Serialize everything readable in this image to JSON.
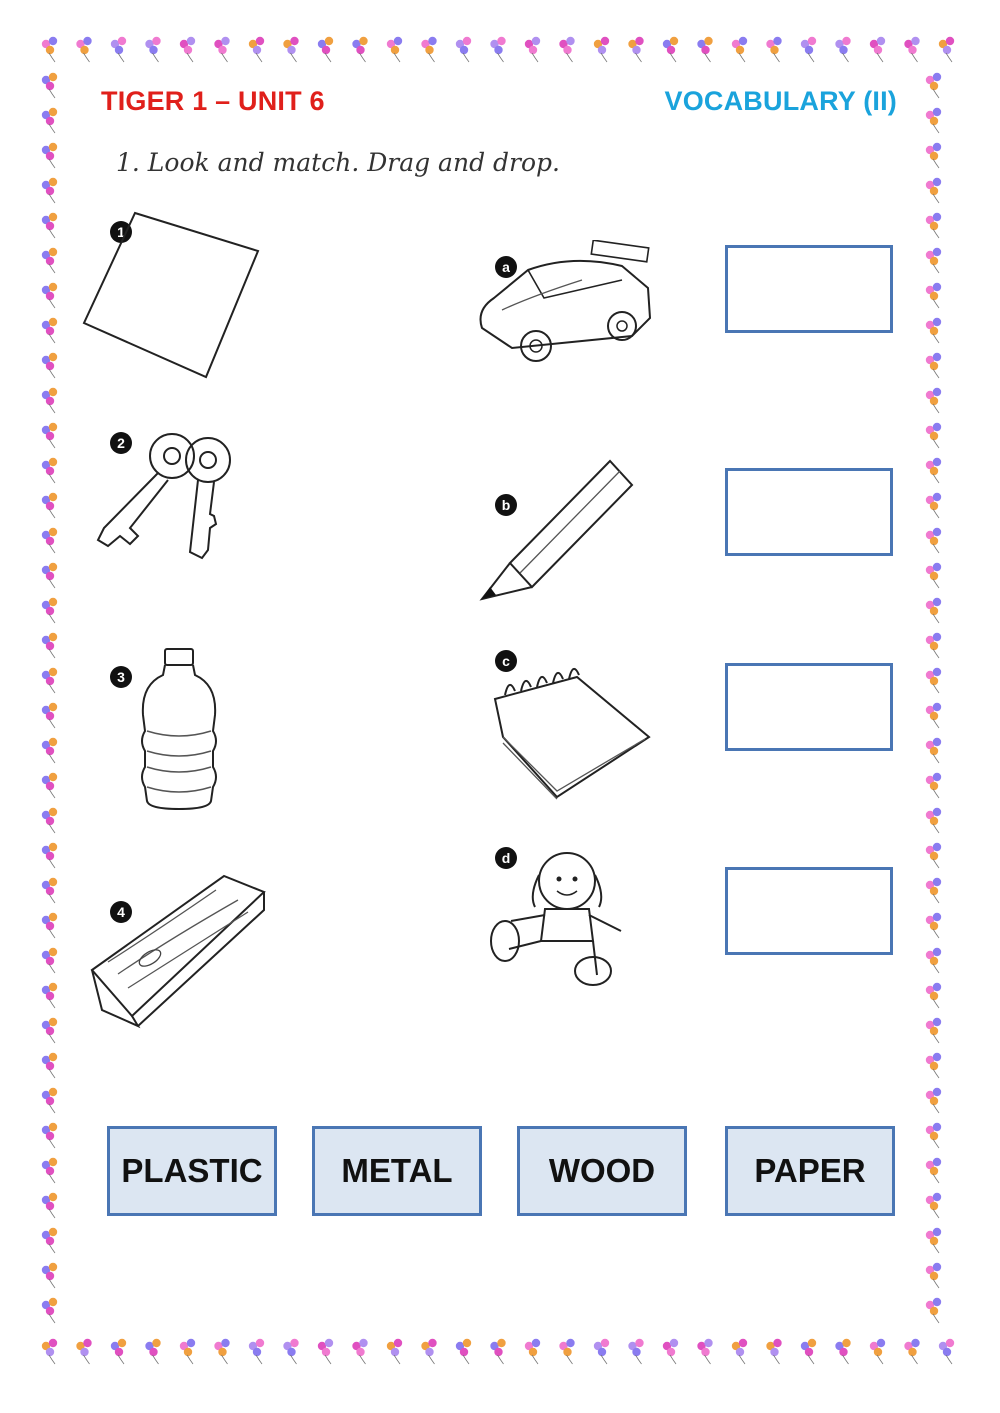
{
  "header": {
    "left": "TIGER 1 – UNIT 6",
    "right": "VOCABULARY (II)"
  },
  "instruction": "1. Look and match. Drag and drop.",
  "left_items": [
    {
      "marker": "1",
      "icon": "paper-sheet-icon"
    },
    {
      "marker": "2",
      "icon": "keys-icon"
    },
    {
      "marker": "3",
      "icon": "plastic-bottle-icon"
    },
    {
      "marker": "4",
      "icon": "wood-log-icon"
    }
  ],
  "right_items": [
    {
      "marker": "a",
      "icon": "toy-car-icon"
    },
    {
      "marker": "b",
      "icon": "pencil-icon"
    },
    {
      "marker": "c",
      "icon": "notepad-icon"
    },
    {
      "marker": "d",
      "icon": "doll-icon"
    }
  ],
  "word_bank": [
    "PLASTIC",
    "METAL",
    "WOOD",
    "PAPER"
  ],
  "colors": {
    "left_title": "#e0201b",
    "right_title": "#1aa3dc",
    "box_border": "#4a76b4",
    "word_fill": "#dce6f2"
  }
}
